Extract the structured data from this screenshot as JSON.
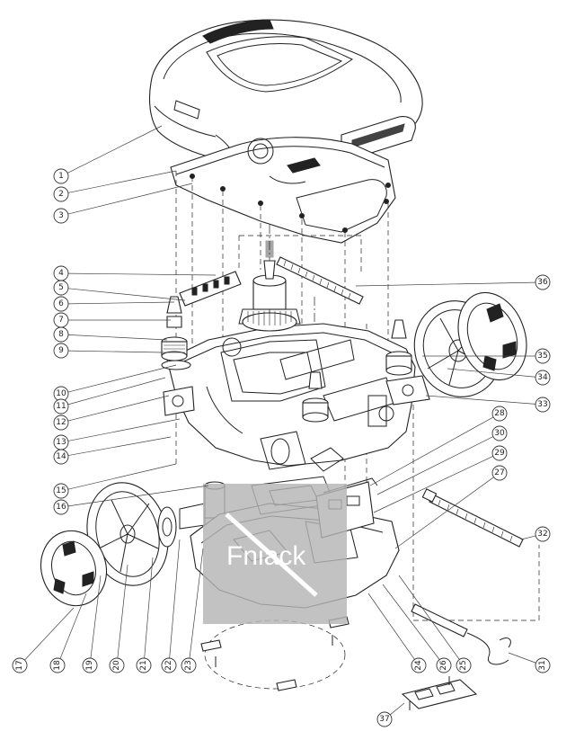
{
  "diagram": {
    "callouts_left": [
      "1",
      "2",
      "3",
      "4",
      "5",
      "6",
      "7",
      "8",
      "9",
      "10",
      "11",
      "12",
      "13",
      "14",
      "15",
      "16"
    ],
    "callouts_bottom": [
      "17",
      "18",
      "19",
      "20",
      "21",
      "22",
      "23",
      "24",
      "26",
      "25",
      "31"
    ],
    "callouts_right": [
      "36",
      "35",
      "34",
      "33",
      "28",
      "30",
      "29",
      "27",
      "32"
    ],
    "callout_misc": [
      "37"
    ]
  },
  "watermark": {
    "text": "Fniack"
  },
  "colors": {
    "line": "#222222",
    "watermark_bg": "#b4b4b4",
    "background": "#ffffff"
  }
}
